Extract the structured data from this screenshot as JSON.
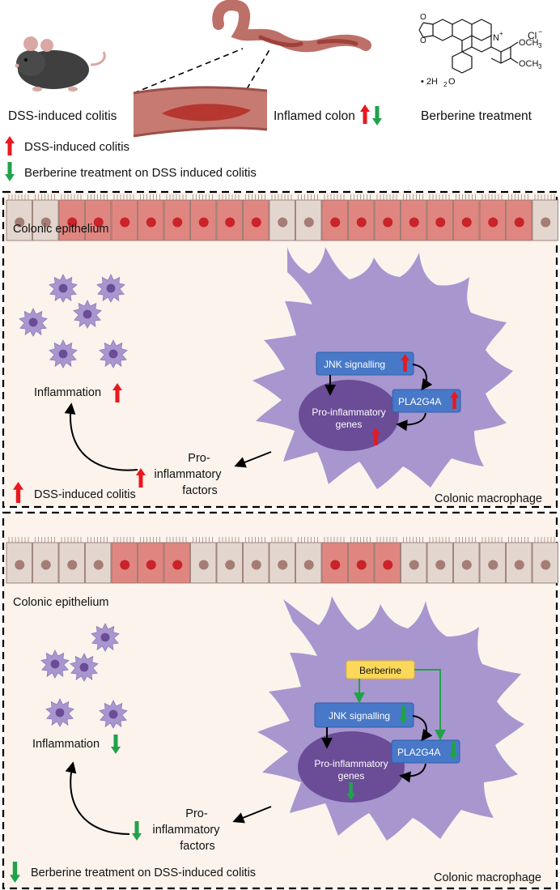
{
  "header": {
    "mouse_label": "DSS-induced colitis",
    "colon_label": "Inflamed colon",
    "drug_label": "Berberine treatment",
    "chem": {
      "cl": "Cl",
      "cl_charge": "−",
      "n_charge": "+",
      "n": "N",
      "och3_a": "OCH",
      "och3_b": "OCH",
      "sub3": "3",
      "water": "• 2H",
      "water_sub": "2",
      "water_o": "O"
    }
  },
  "legend": {
    "red_label": "DSS-induced colitis",
    "green_label": "Berberine treatment on DSS induced colitis"
  },
  "panel_top": {
    "epithelium_label": "Colonic epithelium",
    "jnk_label": "JNK signalling",
    "pla_label": "PLA2G4A",
    "genes_line1": "Pro-inflammatory",
    "genes_line2": "genes",
    "inflammation_label": "Inflammation",
    "factors_line1": "Pro-",
    "factors_line2": "inflammatory",
    "factors_line3": "factors",
    "condition_label": "DSS-induced colitis",
    "macrophage_label": "Colonic macrophage"
  },
  "panel_bottom": {
    "epithelium_label": "Colonic epithelium",
    "berberine_label": "Berberine",
    "jnk_label": "JNK signalling",
    "pla_label": "PLA2G4A",
    "genes_line1": "Pro-inflammatory",
    "genes_line2": "genes",
    "inflammation_label": "Inflammation",
    "factors_line1": "Pro-",
    "factors_line2": "inflammatory",
    "factors_line3": "factors",
    "condition_label": "Berberine treatment on DSS-induced colitis",
    "macrophage_label": "Colonic macrophage"
  },
  "colors": {
    "up_arrow": "#e8191e",
    "down_arrow": "#21a24a",
    "inflamed_cell": "#e08680",
    "normal_cell": "#e3d6cf",
    "macrophage": "#a896cf",
    "nucleus": "#6a4c97",
    "signal_box": "#4878c8",
    "berberine_box": "#fbd85a",
    "panel_bg": "#fcf3ec"
  }
}
